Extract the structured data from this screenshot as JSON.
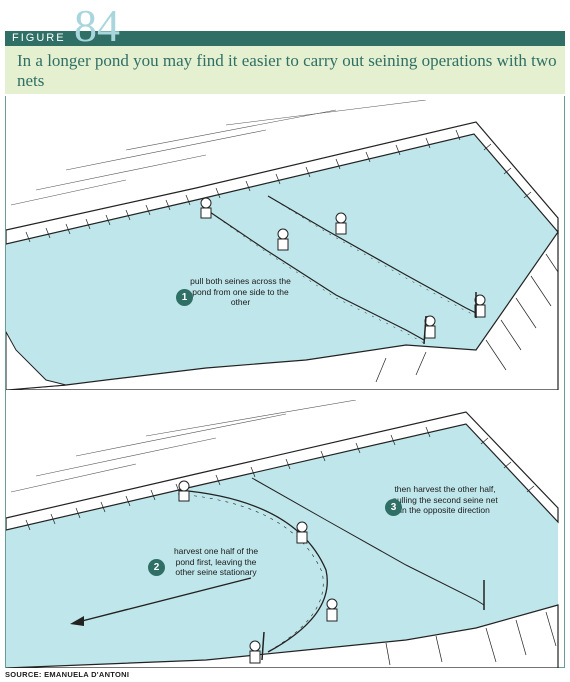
{
  "figure": {
    "label": "FIGURE",
    "number": "84",
    "title": "In a longer pond you may find it easier to carry out seining operations with two nets"
  },
  "colors": {
    "header": "#2f6f66",
    "title_band": "#e4f0cf",
    "water": "#bfe6ea",
    "number": "#a9d6dc"
  },
  "panel_top": {
    "step": "1",
    "caption": "pull both seines across the pond from one side to the other"
  },
  "panel_bottom": {
    "step2": "2",
    "caption2": "harvest one half of the pond first, leaving the other seine stationary",
    "step3": "3",
    "caption3": "then harvest the other half, pulling the second seine net in the opposite direction"
  },
  "source": "SOURCE: EMANUELA D'ANTONI"
}
